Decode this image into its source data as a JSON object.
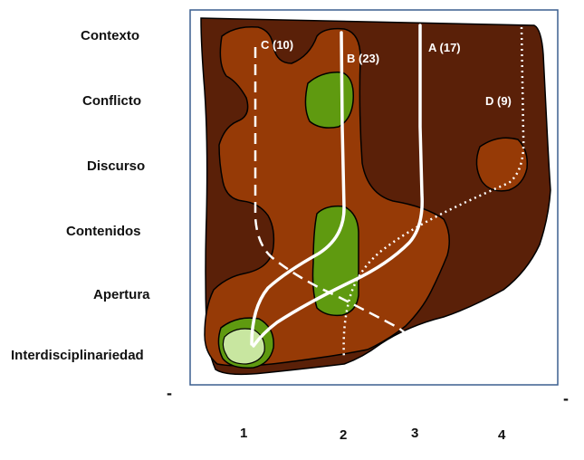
{
  "rows": [
    {
      "label": "Contexto"
    },
    {
      "label": "Conflicto"
    },
    {
      "label": "Discurso"
    },
    {
      "label": "Contenidos"
    },
    {
      "label": "Apertura"
    },
    {
      "label": "Interdisciplinariedad"
    }
  ],
  "columns": [
    {
      "label": "1"
    },
    {
      "label": "2"
    },
    {
      "label": "3"
    },
    {
      "label": "4"
    }
  ],
  "axis_marks": {
    "left": "-",
    "right": "-"
  },
  "paths": {
    "a": {
      "label": "A (17)",
      "style": "solid"
    },
    "b": {
      "label": "B (23)",
      "style": "solid"
    },
    "c": {
      "label": "C (10)",
      "style": "dashed"
    },
    "d": {
      "label": "D (9)",
      "style": "dotted"
    }
  },
  "colors": {
    "frame": "#3b5f8f",
    "dark_brown": "#5a2008",
    "rust": "#963a06",
    "green": "#5f9a10",
    "light_green": "#c8e6a0",
    "path": "#ffffff",
    "outline": "#000000"
  }
}
